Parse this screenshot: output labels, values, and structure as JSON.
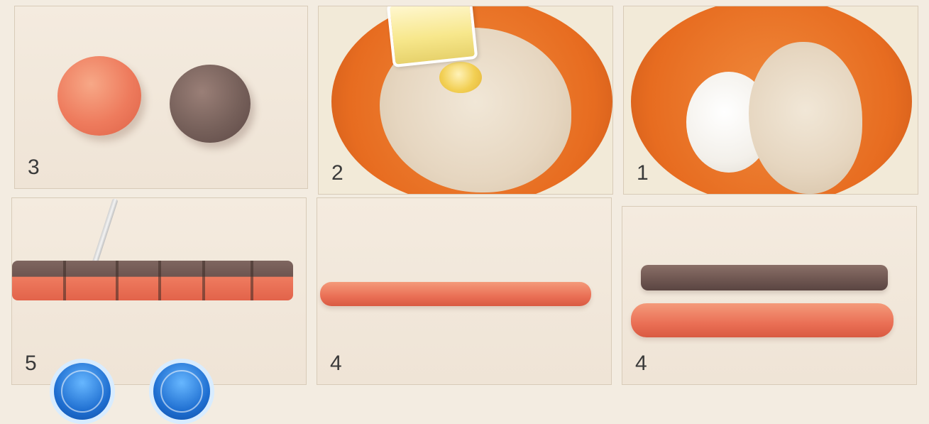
{
  "panels": [
    {
      "label": "3"
    },
    {
      "label": "2"
    },
    {
      "label": "1"
    },
    {
      "label": "5"
    },
    {
      "label": "4"
    },
    {
      "label": "4"
    }
  ],
  "colors": {
    "orange_dough": "#ea6f55",
    "brown_dough": "#6d5550",
    "bowl": "#e76c20",
    "nav_button": "#1f6fd1"
  },
  "nav": {
    "icons": [
      "circle-button-icon",
      "circle-button-icon"
    ]
  }
}
